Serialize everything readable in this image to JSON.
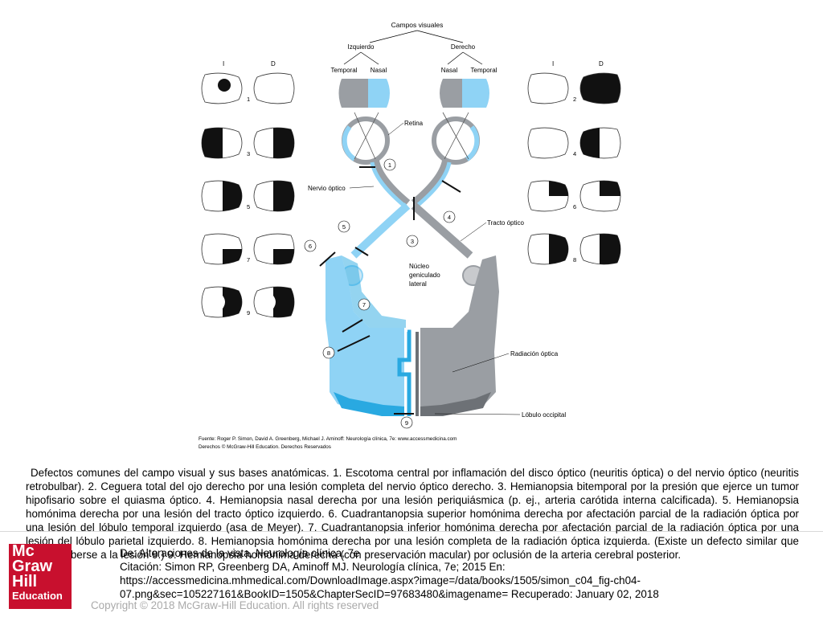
{
  "figure": {
    "title": "Campos visuales",
    "left_eye": "Izquierdo",
    "right_eye": "Derecho",
    "temporal": "Temporal",
    "nasal": "Nasal",
    "col_i": "I",
    "col_d": "D",
    "retina": "Retina",
    "optic_nerve": "Nervio óptico",
    "optic_tract": "Tracto óptico",
    "lgn": [
      "Núcleo",
      "geniculado",
      "lateral"
    ],
    "optic_radiation": "Radiación óptica",
    "occipital_lobe": "Lóbulo occipital",
    "source": "Fuente: Roger P. Simon, David A. Greenberg, Michael J. Aminoff: Neurología clínica, 7e: www.accessmedicina.com",
    "rights": "Derechos © McGraw-Hill Education. Derechos Reservados",
    "numbers": [
      "1",
      "2",
      "3",
      "4",
      "5",
      "6",
      "7",
      "8",
      "9"
    ]
  },
  "caption": "Defectos comunes del campo visual y sus bases anatómicas. 1. Escotoma central por inflamación del disco óptico (neuritis óptica) o del nervio óptico (neuritis retrobulbar). 2. Ceguera total del ojo derecho por una lesión completa del nervio óptico derecho. 3. Hemianopsia bitemporal por la presión que ejerce un tumor hipofisario sobre el quiasma óptico. 4. Hemianopsia nasal derecha por una lesión periquiásmica (p. ej., arteria carótida interna calcificada). 5. Hemianopsia homónima derecha por una lesión del tracto óptico izquierdo. 6. Cuadrantanopsia superior homónima derecha por afectación parcial de la radiación óptica por una lesión del lóbulo temporal izquierdo (asa de Meyer). 7. Cuadrantanopsia inferior homónima derecha por afectación parcial de la radiación óptica por una lesión del lóbulo parietal izquierdo. 8. Hemianopsia homónima derecha por una lesión completa de la radiación óptica izquierda. (Existe un defecto similar que puede deberse a la lesión 9.) 9. Hemianopsia homónima derecha (con preservación macular) por oclusión de la arteria cerebral posterior.",
  "citation": {
    "line1": "De: Alteraciones de la vista, Neurología clínica, 7e",
    "line2": "Citación: Simon RP, Greenberg DA, Aminoff MJ. Neurología clínica, 7e; 2015 En:",
    "line3": "https://accessmedicina.mhmedical.com/DownloadImage.aspx?image=/data/books/1505/simon_c04_fig-ch04-",
    "line4": "07.png&sec=105227161&BookID=1505&ChapterSecID=97683480&imagename= Recuperado: January 02, 2018"
  },
  "copyright": "Copyright © 2018 McGraw-Hill Education. All rights reserved",
  "logo": [
    "Mc",
    "Graw",
    "Hill",
    "Education"
  ],
  "colors": {
    "blue": "#8fd3f5",
    "blue_dark": "#29a9e1",
    "gray": "#9a9ea3",
    "gray_dark": "#6d7176",
    "black": "#111111"
  }
}
